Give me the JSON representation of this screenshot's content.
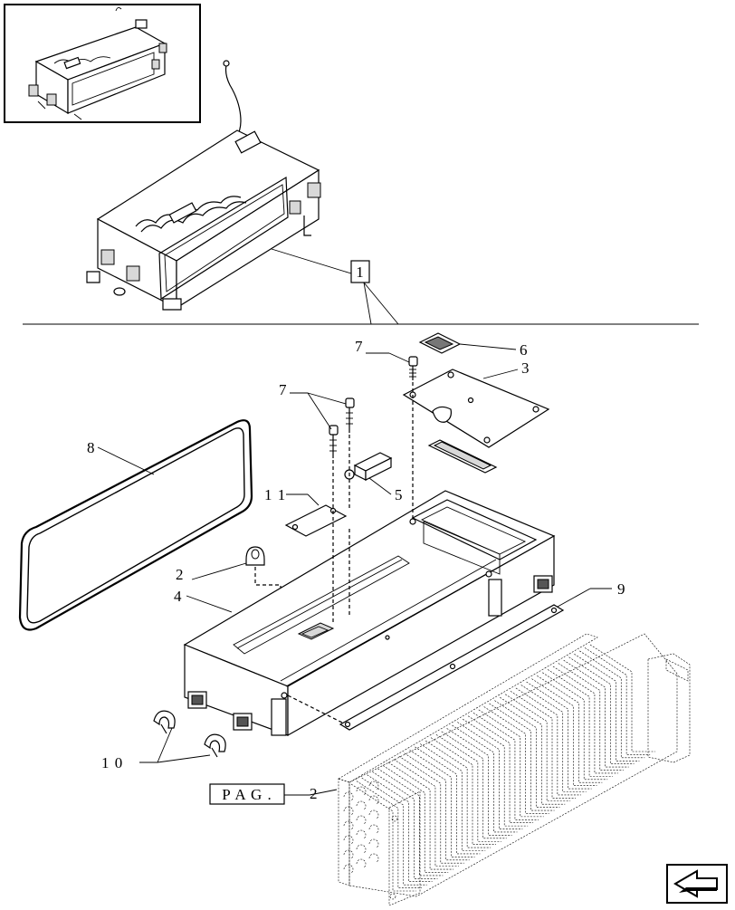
{
  "labels": {
    "part_1": "1",
    "part_2": "2",
    "part_3": "3",
    "part_4": "4",
    "part_5": "5",
    "part_6": "6",
    "part_7a": "7",
    "part_7b": "7",
    "part_8": "8",
    "part_9": "9",
    "part_10": "1 0",
    "part_11": "1 1",
    "page_ref_prefix": "P A G .",
    "page_ref_num": "2"
  },
  "icons": {
    "thumbnail": "assembly-thumbnail",
    "next_page": "next-page-arrow-icon"
  }
}
